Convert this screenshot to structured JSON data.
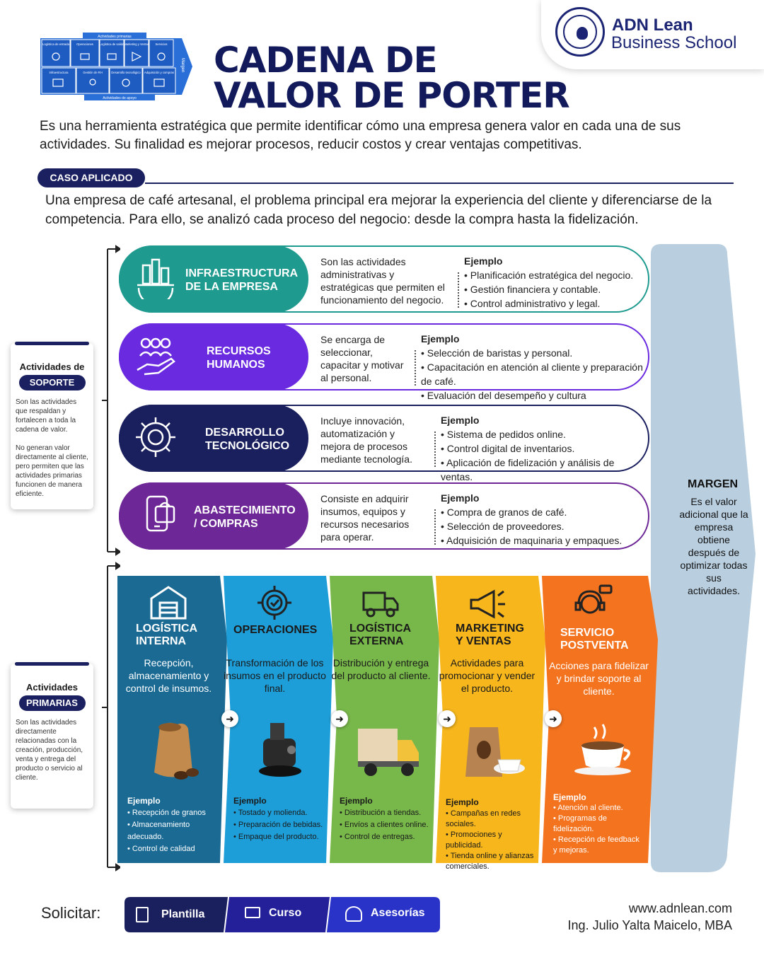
{
  "header": {
    "title_line1": "CADENA DE",
    "title_line2": "VALOR DE PORTER",
    "brand_name": "ADN Lean",
    "brand_sub": "Business School"
  },
  "mini_diagram": {
    "top_label": "Actividades primarias",
    "bottom_label": "Actividades de apoyo",
    "side_label": "Margen",
    "primary": [
      "Logística de entrada",
      "Operaciones",
      "Logística de salida",
      "Marketing y Ventas",
      "Servicios"
    ],
    "support": [
      "Infraestructura",
      "Gestión de RH",
      "Desarrollo tecnológico",
      "Adquisición y compras"
    ]
  },
  "intro": "Es una herramienta estratégica que permite identificar cómo una empresa genera valor en cada una de sus actividades. Su finalidad es mejorar procesos, reducir costos y crear ventajas competitivas.",
  "caso": {
    "label": "CASO APLICADO",
    "text": "Una empresa de café artesanal, el problema principal era mejorar la experiencia del cliente y diferenciarse de la competencia. Para ello, se analizó cada proceso del negocio: desde la compra hasta la  fidelización."
  },
  "support_panel": {
    "heading": "Actividades de",
    "pill": "SOPORTE",
    "p1": "Son las actividades que respaldan y fortalecen a toda la cadena de valor.",
    "p2": "No generan valor directamente al cliente, pero permiten que las actividades primarias funcionen de manera eficiente."
  },
  "primary_panel": {
    "heading": "Actividades",
    "pill": "PRIMARIAS",
    "p1": "Son las actividades directamente relacionadas con la creación, producción, venta y entrega del producto o servicio al cliente."
  },
  "support_rows": [
    {
      "title1": "INFRAESTRUCTURA",
      "title2": "DE LA EMPRESA",
      "color": "#1e9a8f",
      "icon": "building-gear-icon",
      "desc": "Son las actividades administrativas y estratégicas que permiten el funcionamiento del negocio.",
      "ex_head": "Ejemplo",
      "examples": [
        "Planificación estratégica del negocio.",
        "Gestión financiera y contable.",
        "Control administrativo y legal."
      ]
    },
    {
      "title1": "RECURSOS",
      "title2": "HUMANOS",
      "color": "#6a2be0",
      "icon": "people-hand-icon",
      "desc": "Se encarga de seleccionar, capacitar y motivar al personal.",
      "ex_head": "Ejemplo",
      "examples": [
        "Selección de baristas y personal.",
        "Capacitación en atención al cliente y preparación de café.",
        "Evaluación del desempeño y cultura organizacional."
      ]
    },
    {
      "title1": "DESARROLLO",
      "title2": "TECNOLÓGICO",
      "color": "#1a1f5e",
      "icon": "tech-gear-icon",
      "desc": "Incluye innovación, automatización y mejora de procesos mediante tecnología.",
      "ex_head": "Ejemplo",
      "examples": [
        "Sistema de pedidos online.",
        "Control digital de inventarios.",
        "Aplicación de fidelización y análisis de ventas."
      ]
    },
    {
      "title1": "ABASTECIMIENTO",
      "title2": "/ COMPRAS",
      "color": "#6d2796",
      "icon": "phone-shopping-icon",
      "desc": "Consiste en adquirir insumos, equipos y recursos necesarios para operar.",
      "ex_head": "Ejemplo",
      "examples": [
        "Compra de granos de café.",
        "Selección de proveedores.",
        "Adquisición de maquinaria y empaques."
      ]
    }
  ],
  "margin": {
    "title": "MARGEN",
    "text": "Es el valor adicional que la empresa obtiene después de optimizar todas sus actividades."
  },
  "primary_cols": [
    {
      "title1": "LOGÍSTICA",
      "title2": "INTERNA",
      "color": "#1a6a94",
      "icon": "warehouse-icon",
      "desc": "Recepción, almacenamiento y control de insumos.",
      "ex_head": "Ejemplo",
      "examples": [
        "Recepción de granos",
        "Almacenamiento adecuado.",
        "Control de calidad"
      ]
    },
    {
      "title1": "OPERACIONES",
      "title2": "",
      "color": "#1e9ed8",
      "icon": "gear-check-icon",
      "desc": "Transformación de los insumos en el producto final.",
      "ex_head": "Ejemplo",
      "examples": [
        "Tostado y molienda.",
        "Preparación de bebidas.",
        "Empaque del producto."
      ]
    },
    {
      "title1": "LOGÍSTICA",
      "title2": "EXTERNA",
      "color": "#78b84a",
      "icon": "truck-icon",
      "desc": "Distribución y entrega del producto al cliente.",
      "ex_head": "Ejemplo",
      "examples": [
        "Distribución a tiendas.",
        "Envíos a clientes online.",
        "Control de entregas."
      ]
    },
    {
      "title1": "MARKETING",
      "title2": "Y VENTAS",
      "color": "#f6b61c",
      "icon": "megaphone-icon",
      "desc": "Actividades para promocionar y vender el producto.",
      "ex_head": "Ejemplo",
      "examples": [
        "Campañas en redes sociales.",
        "Promociones y publicidad.",
        "Tienda online y alianzas comerciales."
      ]
    },
    {
      "title1": "SERVICIO",
      "title2": "POSTVENTA",
      "color": "#f3731f",
      "icon": "headset-icon",
      "desc": "Acciones para fidelizar y brindar soporte al cliente.",
      "ex_head": "Ejemplo",
      "examples": [
        "Atención al cliente.",
        "Programas de fidelización.",
        "Recepción de feedback y mejoras."
      ]
    }
  ],
  "footer": {
    "solicitar": "Solicitar:",
    "buttons": [
      {
        "label": "Plantilla",
        "icon": "document-download-icon"
      },
      {
        "label": "Curso",
        "icon": "monitor-icon"
      },
      {
        "label": "Asesorías",
        "icon": "consulting-icon"
      }
    ],
    "web": "www.adnlean.com",
    "author": "Ing. Julio Yalta Maicelo, MBA"
  }
}
